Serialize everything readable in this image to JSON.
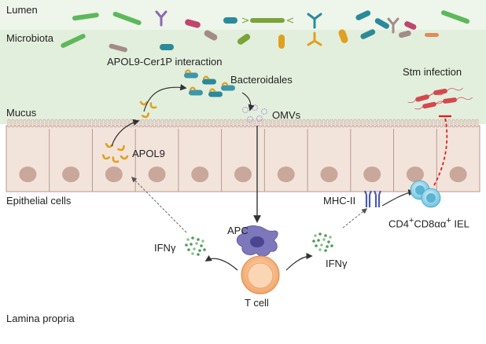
{
  "regions": {
    "lumen": "Lumen",
    "microbiota": "Microbiota",
    "mucus": "Mucus",
    "epithelial": "Epithelial cells",
    "lamina": "Lamina propria"
  },
  "labels": {
    "apol9_interaction": "APOL9-Cer1P interaction",
    "bacteroidales": "Bacteroidales",
    "omvs": "OMVs",
    "apol9": "APOL9",
    "stm_infection": "Stm infection",
    "mhc": "MHC-II",
    "iel_html": "CD4<sup>+</sup>CD8αα<sup>+</sup> IEL",
    "apc": "APC",
    "ifn_left": "IFNγ",
    "ifn_right": "IFNγ",
    "tcell": "T cell"
  },
  "colors": {
    "lumen_bg": "#eef5ea",
    "mucus_bg": "#e1eedb",
    "epithelium": "#f2e3da",
    "nucleus": "#c9a79b",
    "lamina_bg": "#ffffff",
    "apol9": "#e0a020",
    "bacteria_teal": "#2b8a9a",
    "bacteria_green": "#5db85a",
    "apc": "#7a76b8",
    "tcell": "#f5b07a",
    "iel": "#8fd0e6",
    "salmonella": "#d6474e",
    "inhibition": "#e02020"
  }
}
